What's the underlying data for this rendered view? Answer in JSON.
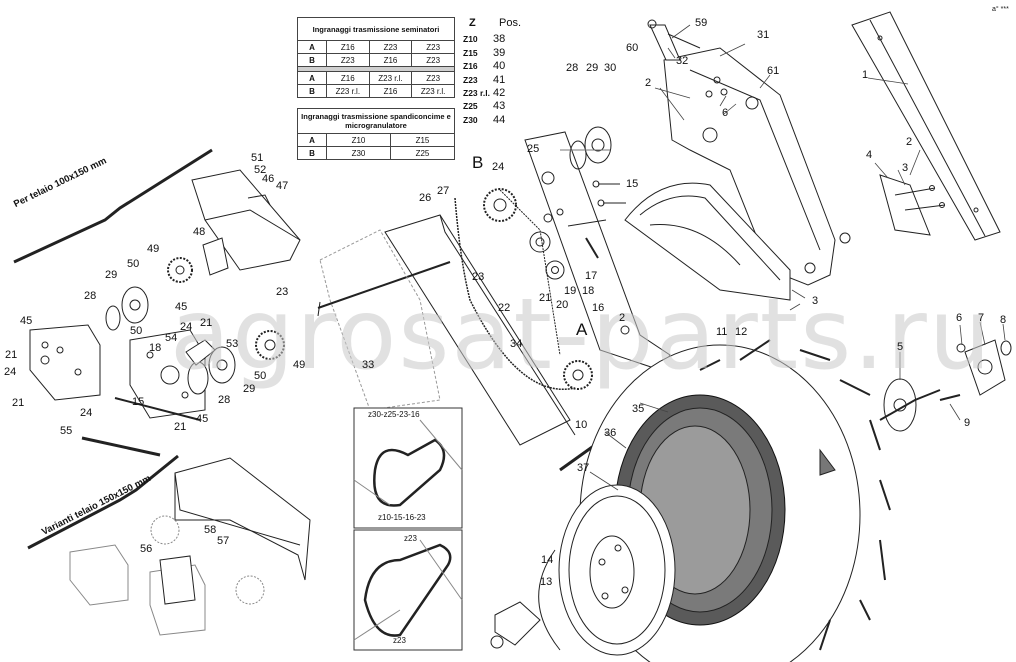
{
  "table1": {
    "title": "Ingranaggi trasmissione seminatori",
    "rows": [
      [
        "A",
        "Z16",
        "Z23",
        "Z23"
      ],
      [
        "B",
        "Z23",
        "Z16",
        "Z23"
      ],
      [
        "A",
        "Z16",
        "Z23 r.l.",
        "Z23"
      ],
      [
        "B",
        "Z23 r.l.",
        "Z16",
        "Z23 r.l."
      ]
    ]
  },
  "table2": {
    "title_line1": "Ingranaggi trasmissione spandiconcime e",
    "title_line2": "microgranulatore",
    "rows": [
      [
        "A",
        "Z10",
        "Z15"
      ],
      [
        "B",
        "Z30",
        "Z25"
      ]
    ]
  },
  "ztable": {
    "head_z": "Z",
    "head_pos": "Pos.",
    "rows": [
      [
        "Z10",
        "38"
      ],
      [
        "Z15",
        "39"
      ],
      [
        "Z16",
        "40"
      ],
      [
        "Z23",
        "41"
      ],
      [
        "Z23 r.l.",
        "42"
      ],
      [
        "Z25",
        "43"
      ],
      [
        "Z30",
        "44"
      ]
    ]
  },
  "sections": {
    "frame_100": "Per telaio 100x150 mm",
    "frame_150": "Varianti telaio 150x150 mm"
  },
  "inset_notes": {
    "top": "z30-z25-23-16",
    "middle": "z10-15-16-23",
    "lower_top": "z23",
    "lower_bottom": "z23"
  },
  "big_letters": {
    "a": "A",
    "b": "B"
  },
  "watermark": "agrosat-parts.ru",
  "corner_mark": "a° ***",
  "labels": [
    {
      "t": "1"
    },
    {
      "t": "2"
    },
    {
      "t": "2"
    },
    {
      "t": "2"
    },
    {
      "t": "3"
    },
    {
      "t": "3"
    },
    {
      "t": "4"
    },
    {
      "t": "5"
    },
    {
      "t": "6"
    },
    {
      "t": "6"
    },
    {
      "t": "7"
    },
    {
      "t": "8"
    },
    {
      "t": "9"
    },
    {
      "t": "10"
    },
    {
      "t": "11"
    },
    {
      "t": "12"
    },
    {
      "t": "13"
    },
    {
      "t": "14"
    },
    {
      "t": "15"
    },
    {
      "t": "15"
    },
    {
      "t": "16"
    },
    {
      "t": "17"
    },
    {
      "t": "18"
    },
    {
      "t": "18"
    },
    {
      "t": "19"
    },
    {
      "t": "20"
    },
    {
      "t": "21"
    },
    {
      "t": "21"
    },
    {
      "t": "21"
    },
    {
      "t": "21"
    },
    {
      "t": "21"
    },
    {
      "t": "22"
    },
    {
      "t": "23"
    },
    {
      "t": "23"
    },
    {
      "t": "24"
    },
    {
      "t": "24"
    },
    {
      "t": "24"
    },
    {
      "t": "24"
    },
    {
      "t": "25"
    },
    {
      "t": "26"
    },
    {
      "t": "27"
    },
    {
      "t": "28"
    },
    {
      "t": "28"
    },
    {
      "t": "28"
    },
    {
      "t": "29"
    },
    {
      "t": "29"
    },
    {
      "t": "29"
    },
    {
      "t": "30"
    },
    {
      "t": "31"
    },
    {
      "t": "32"
    },
    {
      "t": "33"
    },
    {
      "t": "34"
    },
    {
      "t": "35"
    },
    {
      "t": "36"
    },
    {
      "t": "37"
    },
    {
      "t": "45"
    },
    {
      "t": "45"
    },
    {
      "t": "45"
    },
    {
      "t": "46"
    },
    {
      "t": "47"
    },
    {
      "t": "48"
    },
    {
      "t": "49"
    },
    {
      "t": "49"
    },
    {
      "t": "50"
    },
    {
      "t": "50"
    },
    {
      "t": "50"
    },
    {
      "t": "51"
    },
    {
      "t": "52"
    },
    {
      "t": "53"
    },
    {
      "t": "54"
    },
    {
      "t": "55"
    },
    {
      "t": "56"
    },
    {
      "t": "57"
    },
    {
      "t": "58"
    },
    {
      "t": "59"
    },
    {
      "t": "60"
    },
    {
      "t": "61"
    }
  ]
}
